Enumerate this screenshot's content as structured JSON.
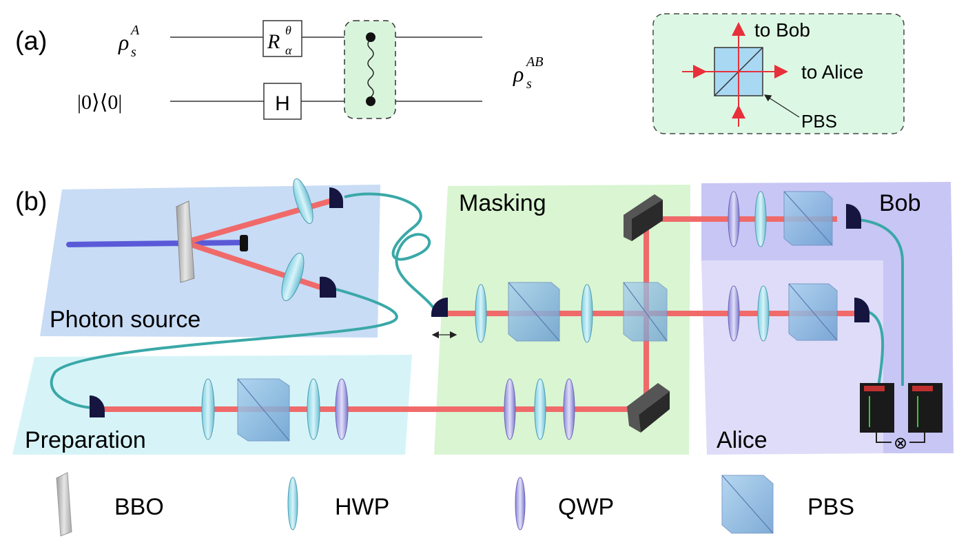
{
  "panel_a": {
    "label": "(a)",
    "input_top": "ρ",
    "input_top_sub": "s",
    "input_top_sup": "A",
    "input_bottom": "|0⟩⟨0|",
    "gate_r": "R",
    "gate_r_sub": "α",
    "gate_r_sup": "θ",
    "gate_h": "H",
    "output": "ρ",
    "output_sub": "s",
    "output_sup": "AB",
    "inset": {
      "to_bob": "to Bob",
      "to_alice": "to Alice",
      "pbs": "PBS"
    }
  },
  "panel_b": {
    "label": "(b)",
    "regions": {
      "photon_source": "Photon source",
      "preparation": "Preparation",
      "masking": "Masking",
      "bob": "Bob",
      "alice": "Alice"
    },
    "coincidence": "⊗"
  },
  "legend": {
    "bbo": "BBO",
    "hwp": "HWP",
    "qwp": "QWP",
    "pbs": "PBS"
  },
  "colors": {
    "beam": "#f06a6a",
    "pump": "#5a5ad8",
    "fiber": "#3aa8a8",
    "region_source": "#c8dcf5",
    "region_preparation": "#d6f4f8",
    "region_masking": "#d9f5d2",
    "region_bob": "#c8c6f5",
    "region_alice": "#dedcf8",
    "inset_fill": "#dcf8e4"
  }
}
